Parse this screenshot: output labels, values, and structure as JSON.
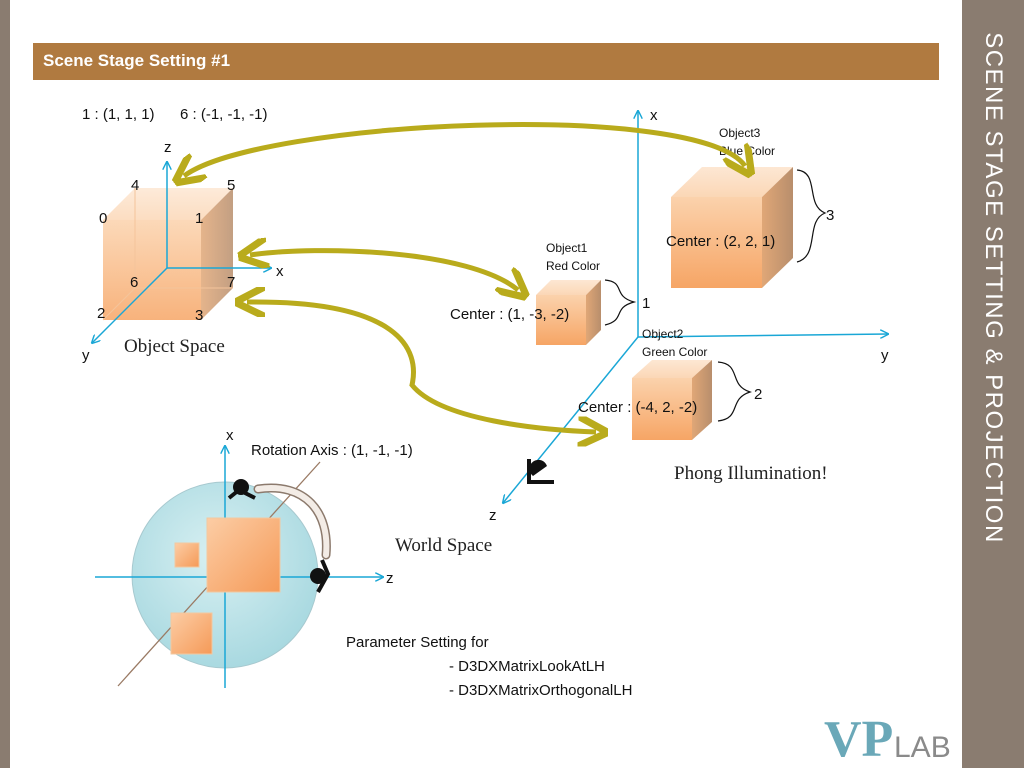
{
  "slide": {
    "banner_title": "Scene Stage Setting #1",
    "side_title": "SCENE STAGE SETTING & PROJECTION"
  },
  "object_space": {
    "vertex_note_1": "1 : (1, 1, 1)",
    "vertex_note_2": "6 : (-1, -1, -1)",
    "axis_z": "z",
    "axis_x": "x",
    "axis_y": "y",
    "vertices": [
      "0",
      "1",
      "2",
      "3",
      "4",
      "5",
      "6",
      "7"
    ],
    "caption": "Object Space"
  },
  "world_space": {
    "axis_x": "x",
    "axis_y": "y",
    "axis_z": "z",
    "caption": "World Space",
    "objects": [
      {
        "name_line1": "Object1",
        "name_line2": "Red Color",
        "center": "Center : (1, -3, -2)",
        "brace_label": "1"
      },
      {
        "name_line1": "Object2",
        "name_line2": "Green Color",
        "center": "Center : (-4, 2, -2)",
        "brace_label": "2"
      },
      {
        "name_line1": "Object3",
        "name_line2": "Blue Color",
        "center": "Center : (2, 2, 1)",
        "brace_label": "3"
      }
    ],
    "illumination_note": "Phong Illumination!"
  },
  "rotation": {
    "axis_x": "x",
    "axis_z": "z",
    "label": "Rotation Axis : (1, -1, -1)"
  },
  "parameters": {
    "heading": "Parameter Setting for",
    "item1": "- D3DXMatrixLookAtLH",
    "item2": "- D3DXMatrixOrthogonalLH"
  },
  "logo": {
    "letters": "VP",
    "word": "LAB"
  },
  "colors": {
    "banner": "#b07a40",
    "side_panel": "#8a7c70",
    "axis": "#1aa7d6",
    "arrow": "#b9ab1c",
    "cube_face": "#f8b47a",
    "sphere": "#b9e1e7"
  }
}
